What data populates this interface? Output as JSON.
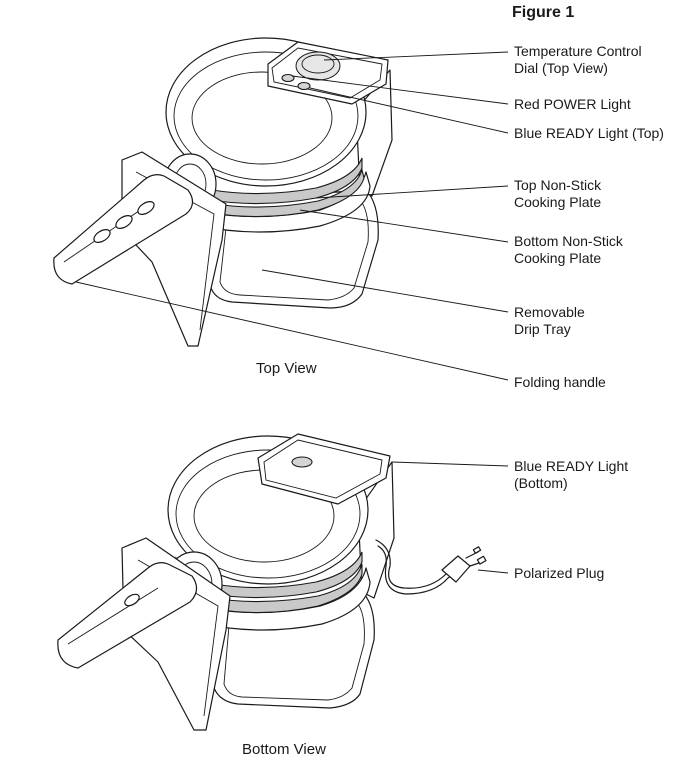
{
  "figure_title": "Figure 1",
  "top_view": {
    "label": "Top View",
    "callouts": [
      {
        "lines": [
          "Temperature Control",
          "Dial (Top View)"
        ]
      },
      {
        "lines": [
          "Red POWER Light"
        ]
      },
      {
        "lines": [
          "Blue READY Light (Top)"
        ]
      },
      {
        "lines": [
          "Top Non-Stick",
          "Cooking Plate"
        ]
      },
      {
        "lines": [
          "Bottom Non-Stick",
          "Cooking Plate"
        ]
      },
      {
        "lines": [
          "Removable",
          "Drip Tray"
        ]
      },
      {
        "lines": [
          "Folding handle"
        ]
      }
    ]
  },
  "bottom_view": {
    "label": "Bottom View",
    "callouts": [
      {
        "lines": [
          "Blue READY Light",
          "(Bottom)"
        ]
      },
      {
        "lines": [
          "Polarized Plug"
        ]
      }
    ]
  }
}
